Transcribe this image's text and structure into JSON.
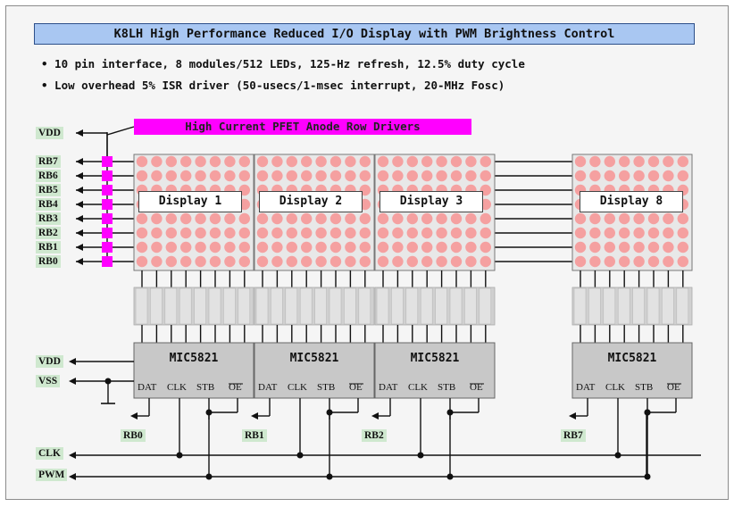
{
  "title": "K8LH High Performance Reduced I/O Display with PWM Brightness Control",
  "bullets": [
    "• 10 pin interface, 8 modules/512 LEDs, 125-Hz refresh, 12.5% duty cycle",
    "• Low overhead 5% ISR driver (50-usecs/1-msec interrupt, 20-MHz Fosc)"
  ],
  "pfet_label": "High Current PFET Anode Row Drivers",
  "vdd_top": "VDD",
  "rows": [
    "RB7",
    "RB6",
    "RB5",
    "RB4",
    "RB3",
    "RB2",
    "RB1",
    "RB0"
  ],
  "displays": [
    "Display 1",
    "Display 2",
    "Display 3",
    "Display 8"
  ],
  "chips": [
    {
      "name": "MIC5821",
      "out": "RB0"
    },
    {
      "name": "MIC5821",
      "out": "RB1"
    },
    {
      "name": "MIC5821",
      "out": "RB2"
    },
    {
      "name": "MIC5821",
      "out": "RB7"
    }
  ],
  "chip_pins": {
    "dat": "DAT",
    "clk": "CLK",
    "stb": "STB",
    "oe": "OE"
  },
  "power": {
    "vdd": "VDD",
    "vss": "VSS"
  },
  "bus": {
    "clk": "CLK",
    "pwm": "PWM"
  },
  "colors": {
    "led": "#f5a0a0",
    "display_bg": "#e8e8e8",
    "pfet": "#ff00ff",
    "chip": "#c8c8c8",
    "title_bg": "#a9c7f2",
    "label_bg": "#cfe8cf"
  }
}
